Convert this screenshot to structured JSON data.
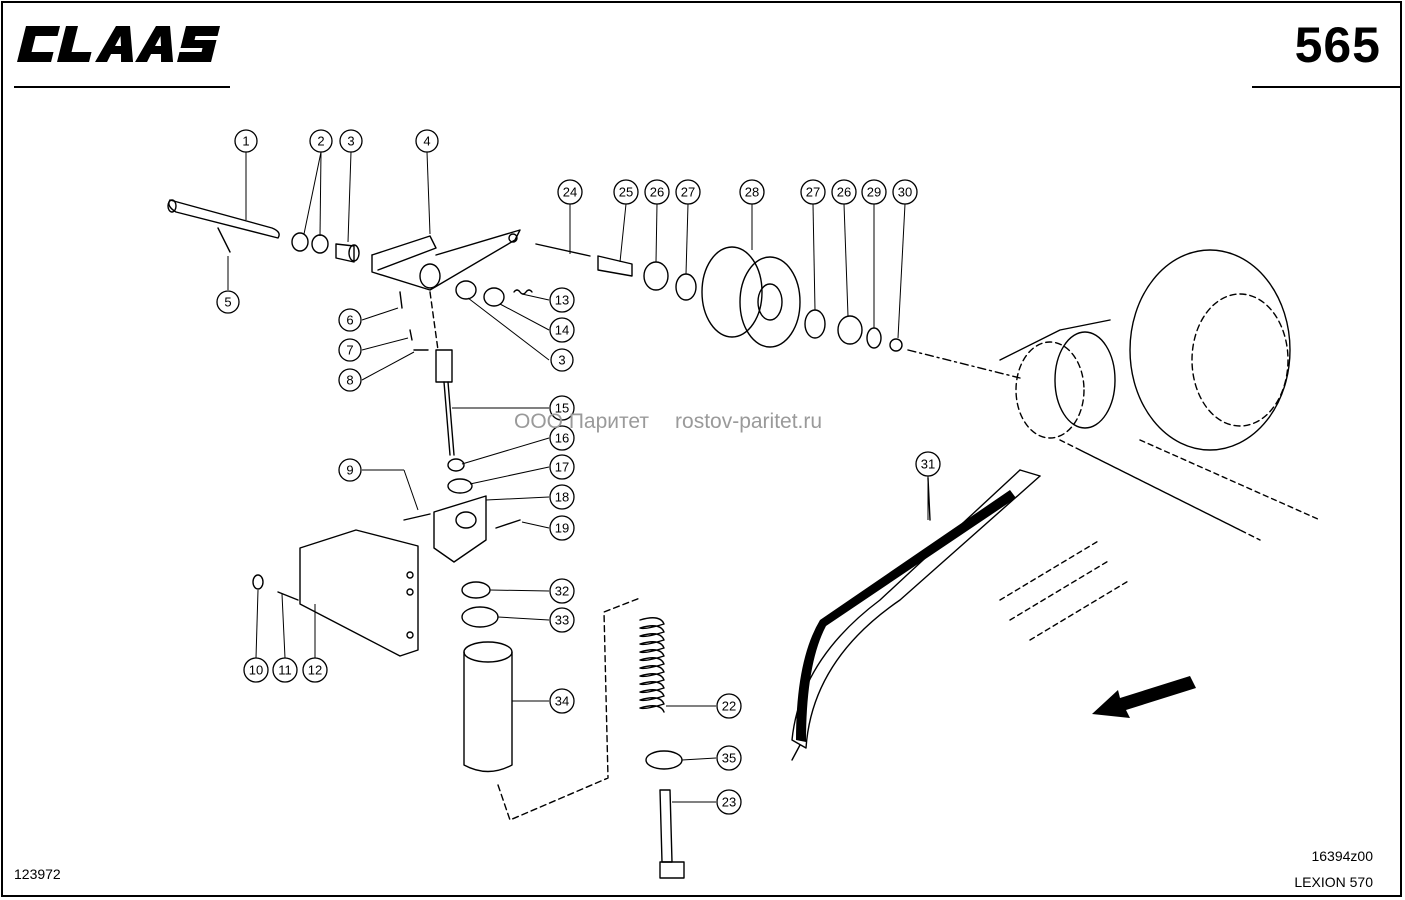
{
  "header": {
    "brand_logo": "CLAAS",
    "page_number": "565"
  },
  "footer": {
    "drawing_id": "123972",
    "ref_code": "16394z00",
    "model": "LEXION 570"
  },
  "watermark": {
    "company": "ООО Паритет",
    "site": "rostov-paritet.ru"
  },
  "callouts": [
    {
      "id": "c1",
      "label": "1"
    },
    {
      "id": "c2",
      "label": "2"
    },
    {
      "id": "c3a",
      "label": "3"
    },
    {
      "id": "c4",
      "label": "4"
    },
    {
      "id": "c5",
      "label": "5"
    },
    {
      "id": "c6",
      "label": "6"
    },
    {
      "id": "c7",
      "label": "7"
    },
    {
      "id": "c8",
      "label": "8"
    },
    {
      "id": "c13",
      "label": "13"
    },
    {
      "id": "c14",
      "label": "14"
    },
    {
      "id": "c3b",
      "label": "3"
    },
    {
      "id": "c15",
      "label": "15"
    },
    {
      "id": "c16",
      "label": "16"
    },
    {
      "id": "c17",
      "label": "17"
    },
    {
      "id": "c18",
      "label": "18"
    },
    {
      "id": "c19",
      "label": "19"
    },
    {
      "id": "c9",
      "label": "9"
    },
    {
      "id": "c10",
      "label": "10"
    },
    {
      "id": "c11",
      "label": "11"
    },
    {
      "id": "c12",
      "label": "12"
    },
    {
      "id": "c32",
      "label": "32"
    },
    {
      "id": "c33",
      "label": "33"
    },
    {
      "id": "c34",
      "label": "34"
    },
    {
      "id": "c22",
      "label": "22"
    },
    {
      "id": "c35",
      "label": "35"
    },
    {
      "id": "c23",
      "label": "23"
    },
    {
      "id": "c24",
      "label": "24"
    },
    {
      "id": "c25",
      "label": "25"
    },
    {
      "id": "c26a",
      "label": "26"
    },
    {
      "id": "c27a",
      "label": "27"
    },
    {
      "id": "c28",
      "label": "28"
    },
    {
      "id": "c27b",
      "label": "27"
    },
    {
      "id": "c26b",
      "label": "26"
    },
    {
      "id": "c29",
      "label": "29"
    },
    {
      "id": "c30",
      "label": "30"
    },
    {
      "id": "c31",
      "label": "31"
    }
  ]
}
